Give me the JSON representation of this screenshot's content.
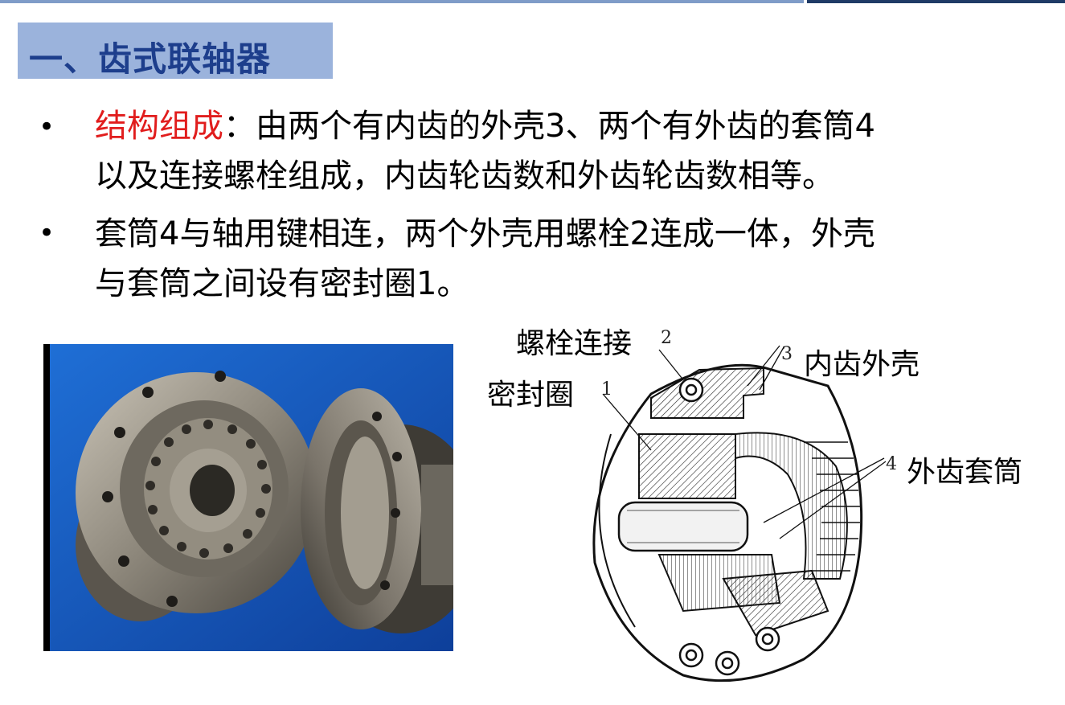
{
  "title": "一、齿式联轴器",
  "bullets": [
    {
      "highlight": "结构组成",
      "text_line1": "：由两个有内齿的外壳3、两个有外齿的套筒4",
      "text_line2": "以及连接螺栓组成，内齿轮齿数和外齿轮齿数相等。"
    },
    {
      "text_line1": "套筒4与轴用键相连，两个外壳用螺栓2连成一体，外壳",
      "text_line2": "与套筒之间设有密封圈1。"
    }
  ],
  "bullet_symbol": "•",
  "diagram_labels": {
    "bolt": "螺栓连接",
    "bolt_num": "2",
    "seal": "密封圈",
    "seal_num": "1",
    "shell": "内齿外壳",
    "shell_num": "3",
    "sleeve": "外齿套筒",
    "sleeve_num": "4"
  },
  "colors": {
    "title_bg": "#9bb3dc",
    "title_text": "#1d3e8c",
    "highlight": "#e11d1d"
  }
}
